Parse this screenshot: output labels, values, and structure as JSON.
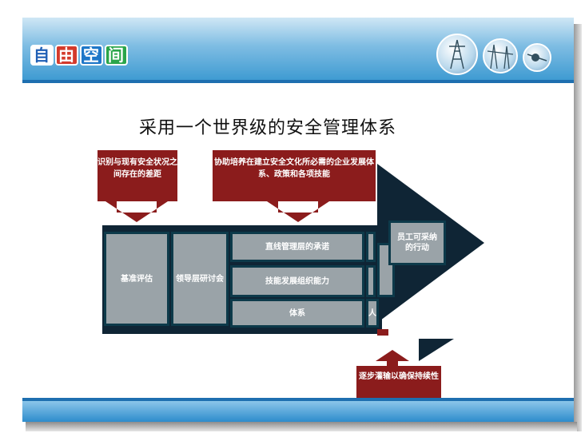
{
  "header": {
    "logo_chars": [
      "自",
      "由",
      "空",
      "间"
    ]
  },
  "title": "采用一个世界级的安全管理体系",
  "callouts": {
    "left": "识别与现有安全状况之间存在的差距",
    "middle": "协助培养在建立安全文化所必需的企业发展体系、政策和各项技能",
    "bottom": "逐步灌输以确保持续性"
  },
  "diagram": {
    "benchmark": "基准评估",
    "leadership": "领导层研讨会",
    "commitment": "直线管理层的承诺",
    "skills": "技能发展组织能力",
    "system": "体系",
    "people_partial": "人",
    "actions": "员工可采纳的行动"
  },
  "colors": {
    "dark_navy": "#0f2535",
    "dark_red": "#8b1c1c",
    "gray_box": "#9aa3a8",
    "header_blue": "#3f9bd2"
  }
}
